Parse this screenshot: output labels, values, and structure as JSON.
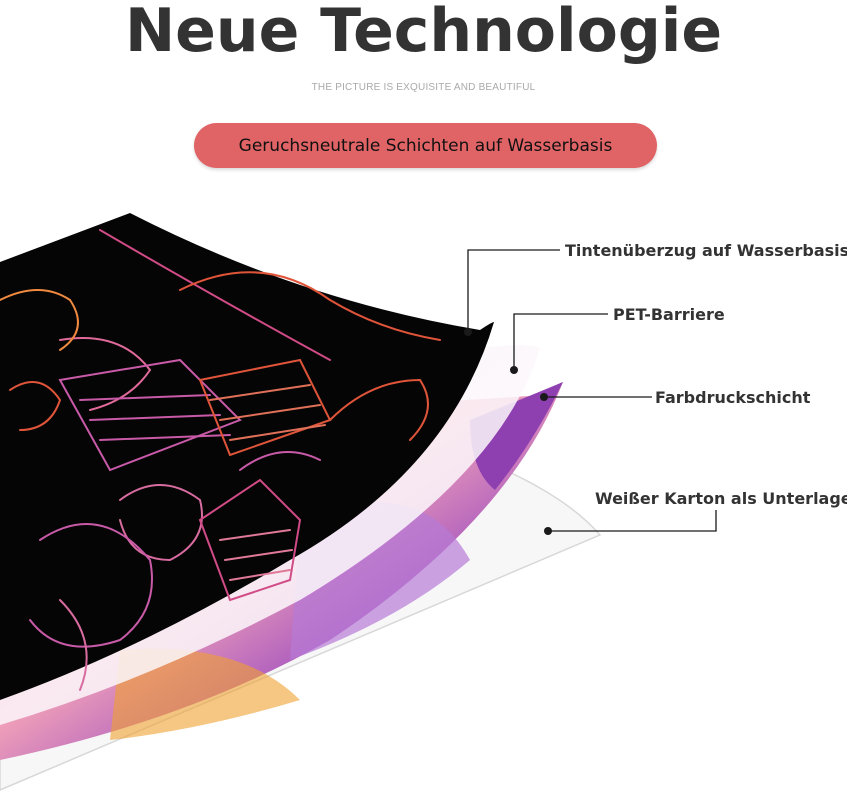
{
  "header": {
    "title": "Neue Technologie",
    "subtitle": "THE PICTURE IS EXQUISITE AND BEAUTIFUL",
    "badge": "Geruchsneutrale Schichten auf Wasserbasis"
  },
  "colors": {
    "badge": "#e06366",
    "title": "#333333",
    "top_layer": "#000000",
    "scratch_lines": "#e05a8c",
    "purple_layer": "#8e3fb0"
  },
  "layers": [
    {
      "label": "Tintenüberzug auf Wasserbasis"
    },
    {
      "label": "PET-Barriere"
    },
    {
      "label": "Farbdruckschicht"
    },
    {
      "label": "Weißer Karton als Unterlage"
    }
  ]
}
